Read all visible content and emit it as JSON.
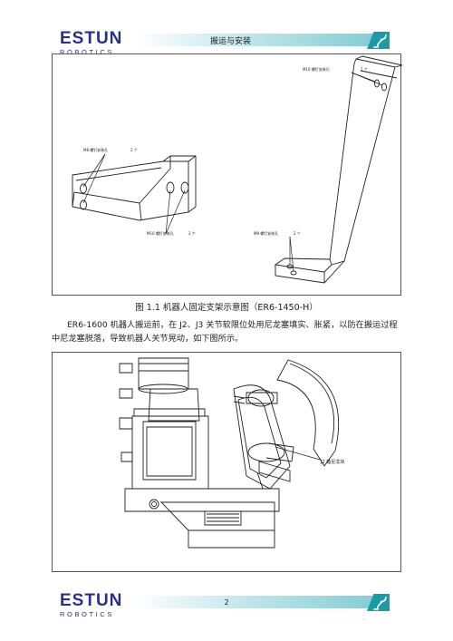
{
  "brand": {
    "name": "ESTUN",
    "sub": "ROBOTICS"
  },
  "header": {
    "title": "搬运与安装"
  },
  "figure1": {
    "labels": {
      "top_right": "M10 螺钉安装孔",
      "top_right_count": "2 个",
      "left": "M8 螺钉安装孔",
      "left_count": "2 个",
      "bottom_left": "M10 螺钉安装孔",
      "bottom_left_count": "2 个",
      "bottom_right": "M8 螺钉安装孔",
      "bottom_right_count": "2 个"
    },
    "caption": "图 1.1 机器人固定支架示意图（ER6-1450-H）"
  },
  "paragraph": "ER6-1600 机器人搬运前，在 J2、J3 关节软限位处用尼龙塞填实、胀紧，以防在搬运过程中尼龙塞脱落，导致机器人关节晃动，如下图所示。",
  "figure2": {
    "callout": "J2 轴尼龙块"
  },
  "footer": {
    "page_number": "2"
  },
  "colors": {
    "brand_blue": "#2a2f8f",
    "accent_teal": "#1b9aa7",
    "band_light": "#bfe6ea"
  },
  "icons": [
    "robot-arm-icon"
  ]
}
